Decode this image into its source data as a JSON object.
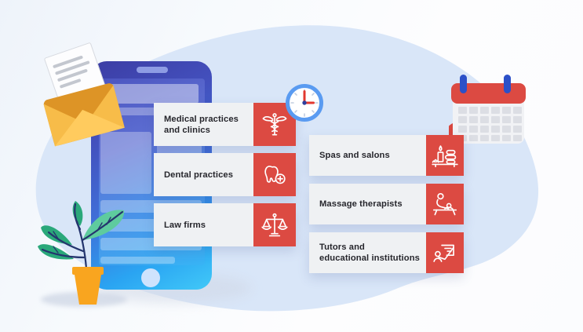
{
  "cards": [
    {
      "label": "Medical practices\nand clinics",
      "icon": "caduceus-icon"
    },
    {
      "label": "Dental practices",
      "icon": "tooth-icon"
    },
    {
      "label": "Law firms",
      "icon": "scales-icon"
    },
    {
      "label": "Spas and salons",
      "icon": "spa-icon"
    },
    {
      "label": "Massage therapists",
      "icon": "massage-icon"
    },
    {
      "label": "Tutors and\neducational institutions",
      "icon": "education-icon"
    }
  ],
  "decorations": {
    "smartphone": "smartphone-illustration",
    "envelope": "envelope-icon",
    "plant": "plant-icon",
    "clock": "clock-icon",
    "clock_time": "3:00",
    "calendar": "calendar-icon"
  },
  "colors": {
    "accent_red": "#dc4a42",
    "card_bg": "#eff1f3",
    "text": "#26262c",
    "blob": "#d9e6f8",
    "phone_dark": "#3c3da4",
    "phone_bright": "#41c9f8",
    "envelope_gold": "#f3ad34",
    "pot_orange": "#f9a51f",
    "leaf_green": "#2aa87a",
    "clock_ring": "#5a9bf1",
    "calendar_red": "#dc4a42",
    "peg_blue": "#2b50c8"
  }
}
